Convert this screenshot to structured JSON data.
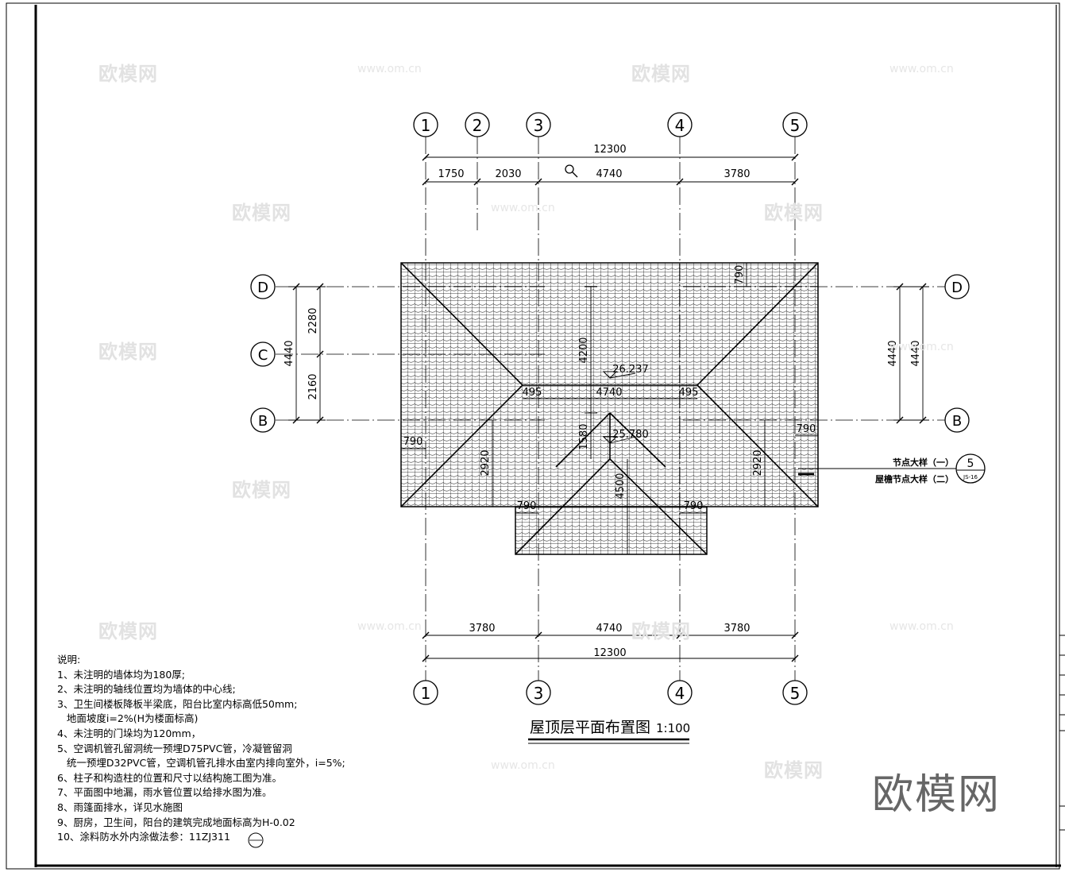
{
  "drawing": {
    "title": "屋顶层平面布置图",
    "scale": "1:100",
    "elevation_ridge_main": "26.237",
    "elevation_ridge_front": "25.780"
  },
  "axes": {
    "top": [
      "1",
      "2",
      "3",
      "4",
      "5"
    ],
    "bottom": [
      "1",
      "3",
      "4",
      "5"
    ],
    "left": [
      "D",
      "C",
      "B"
    ],
    "right": [
      "D",
      "B"
    ]
  },
  "dimensions": {
    "top_total": "12300",
    "top_segments": [
      "1750",
      "2030",
      "4740",
      "3780"
    ],
    "bottom_total": "12300",
    "bottom_segments": [
      "3780",
      "4740",
      "3780"
    ],
    "left_segments": [
      "2280",
      "2160"
    ],
    "left_total": "4440",
    "right_outer": "4440",
    "right_inner": "4440",
    "overhang": "790",
    "roof_inner_4200": "4200",
    "roof_inner_495": "495",
    "roof_inner_4740": "4740",
    "roof_inner_1580": "1580",
    "roof_inner_2920": "2920",
    "roof_inner_4500": "4500"
  },
  "detail_callouts": {
    "line1": "节点大样（一）",
    "line2": "屋檐节点大样（二）",
    "number": "5",
    "sheet": "JS-16"
  },
  "notes": {
    "heading": "说明:",
    "items": [
      "1、未注明的墙体均为180厚;",
      "2、未注明的轴线位置均为墙体的中心线;",
      "3、卫生间楼板降板半梁底，阳台比室内标高低50mm;",
      "   地面坡度i=2%(H为楼面标高)",
      "4、未注明的门垛均为120mm，",
      "5、空调机管孔留洞统一预埋D75PVC管，冷凝管留洞",
      "   统一预埋D32PVC管，空调机管孔排水由室内排向室外，i=5%;",
      "6、柱子和构造柱的位置和尺寸以结构施工图为准。",
      "7、平面图中地漏，雨水管位置以给排水图为准。",
      "8、雨篷面排水，详见水施图",
      "9、厨房，卫生间，阳台的建筑完成地面标高为H-0.02",
      "10、涂料防水外内涂做法参：11ZJ311"
    ]
  },
  "watermarks": {
    "brand": "欧模网",
    "url": "www.om.cn"
  }
}
